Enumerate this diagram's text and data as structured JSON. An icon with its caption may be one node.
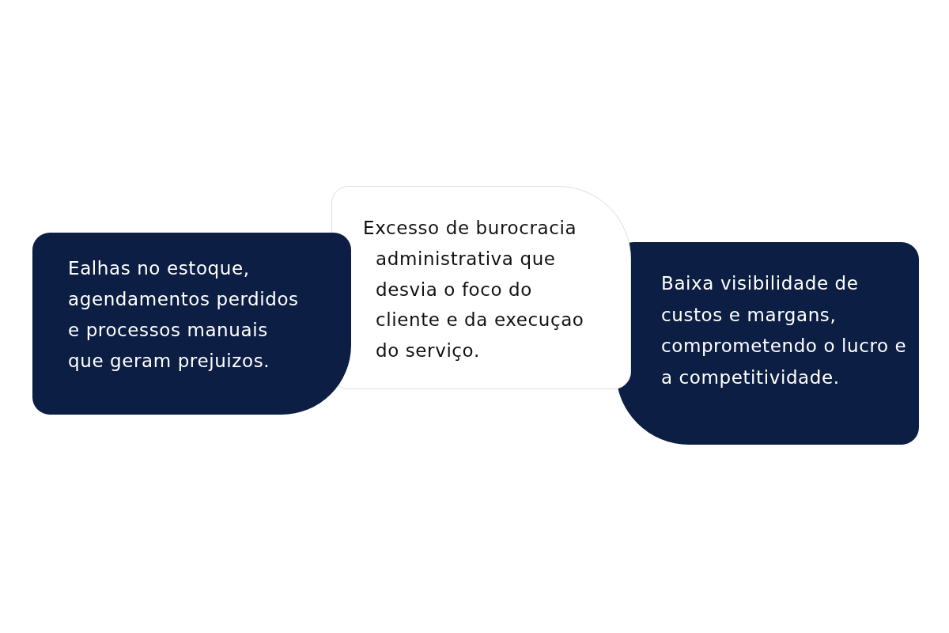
{
  "diagram": {
    "nodes": [
      {
        "text": [
          "Ealhas no estoque, agendamentos perdidos e processos manuais que geram prejuizos."
        ]
      },
      {
        "text": [
          "Excesso de burocracia administrativa que desvia o foco do cliente e da execuçao do serviço."
        ]
      },
      {
        "text": [
          "Baixa visibilidade de custos e margans, comprometendo o lucro e a competitividade."
        ]
      }
    ]
  }
}
